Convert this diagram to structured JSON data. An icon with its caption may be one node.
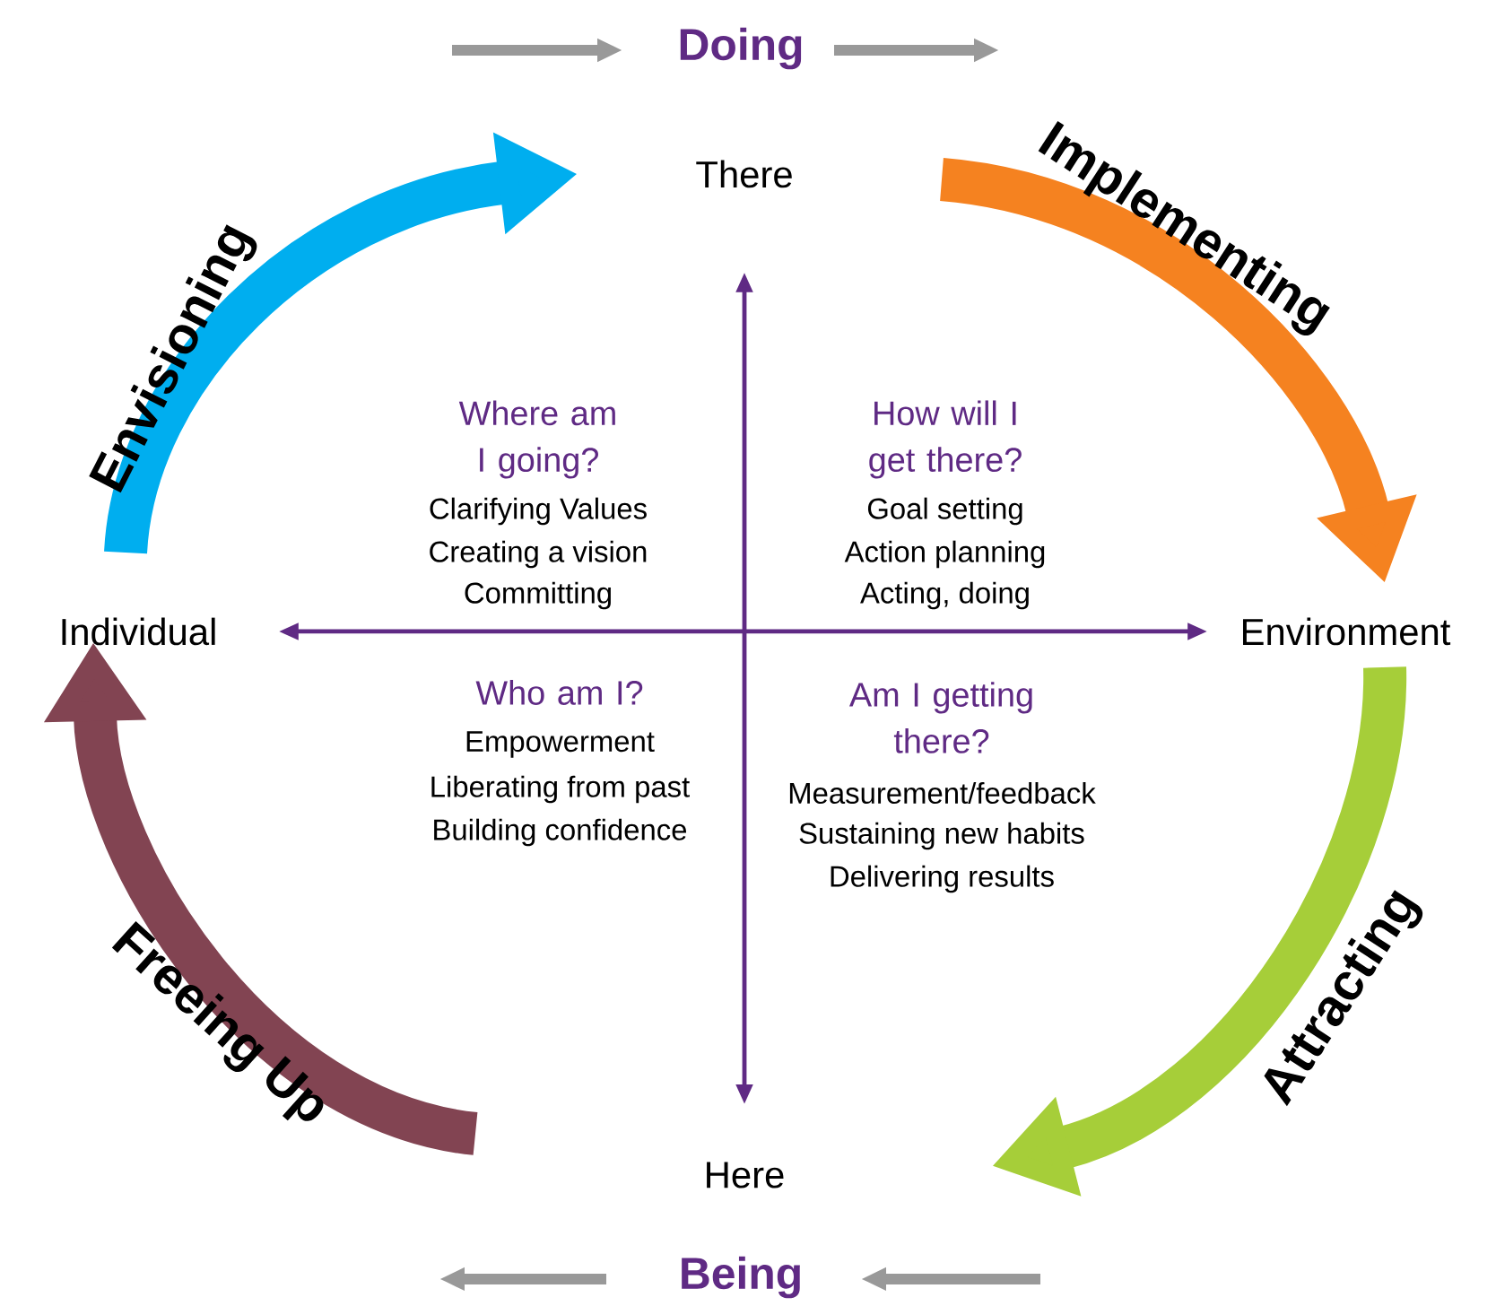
{
  "diagram": {
    "nodes": [
      {
        "text": [
          "There"
        ]
      },
      {
        "text": [
          "Individual"
        ]
      },
      {
        "text": [
          "Environment"
        ]
      },
      {
        "text": [
          "Here"
        ]
      }
    ],
    "edges": [
      {
        "from": 3,
        "to": 0,
        "arrow": "both"
      },
      {
        "from": 1,
        "to": 2,
        "arrow": "both"
      }
    ],
    "labels": [
      "Doing",
      "Envisioning",
      "Implementing",
      "Where am I going?",
      "Clarifying Values",
      "Creating a vision",
      "Committing",
      "How will I get there?",
      "Goal setting",
      "Action planning",
      "Acting, doing",
      "Who am I?",
      "Empowerment",
      "Liberating from past",
      "Building confidence",
      "Am I getting there?",
      "Measurement/feedback",
      "Sustaining new habits",
      "Delivering results",
      "Attracting",
      "Freeing Up",
      "Being"
    ]
  }
}
